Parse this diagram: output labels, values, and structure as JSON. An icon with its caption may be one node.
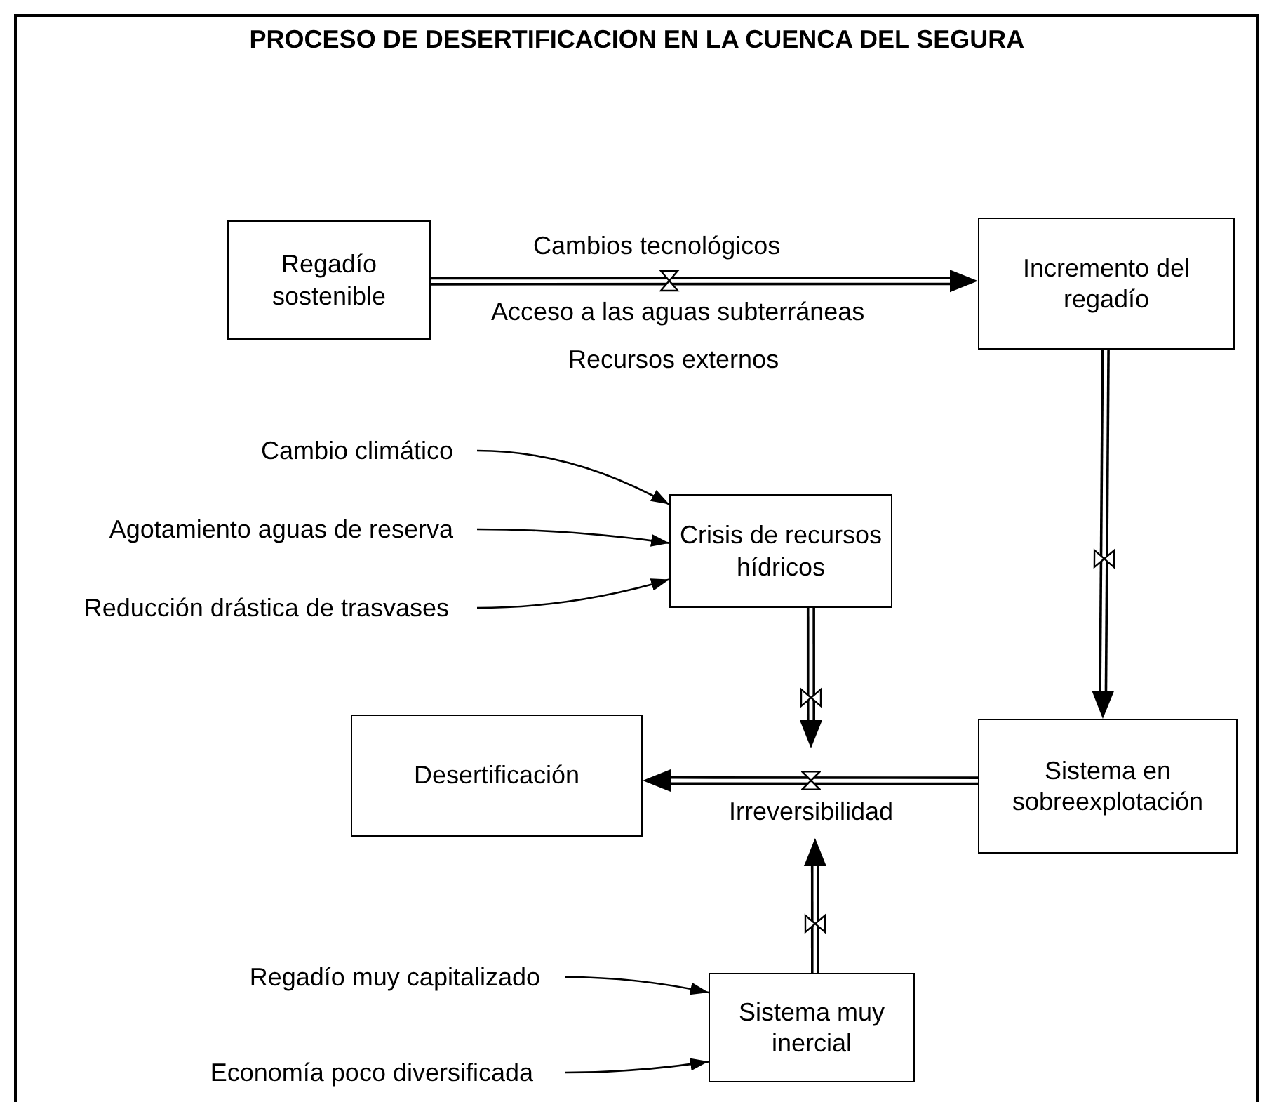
{
  "diagram": {
    "title": "PROCESO DE DESERTIFICACION EN LA CUENCA DEL SEGURA",
    "nodes": [
      {
        "text": [
          "Regadío sostenible"
        ]
      },
      {
        "text": [
          "Incremento del regadío"
        ]
      },
      {
        "text": [
          "Cambio climático"
        ]
      },
      {
        "text": [
          "Agotamiento aguas de reserva"
        ]
      },
      {
        "text": [
          "Reducción drástica de trasvases"
        ]
      },
      {
        "text": [
          "Crisis de recursos hídricos"
        ]
      },
      {
        "text": [
          "Desertificación"
        ]
      },
      {
        "text": [
          "Sistema en sobreexplotación"
        ]
      },
      {
        "text": [
          "Regadío muy capitalizado"
        ]
      },
      {
        "text": [
          "Sistema muy inercial"
        ]
      },
      {
        "text": [
          "Economía poco diversificada"
        ]
      },
      {
        "text": [],
        "shape": "valve"
      }
    ],
    "edges": [
      {
        "from": 0,
        "to": 1,
        "arrow": "to",
        "style": "thick",
        "label": "Cambios tecnológicos"
      },
      {
        "from": 1,
        "to": 7,
        "arrow": "to",
        "style": "thick"
      },
      {
        "from": 2,
        "to": 5,
        "arrow": "to"
      },
      {
        "from": 3,
        "to": 5,
        "arrow": "to"
      },
      {
        "from": 4,
        "to": 5,
        "arrow": "to"
      },
      {
        "from": 5,
        "to": 11,
        "arrow": "to",
        "style": "thick"
      },
      {
        "from": 7,
        "to": 6,
        "arrow": "to",
        "style": "thick",
        "label": "Irreversibilidad"
      },
      {
        "from": 9,
        "to": 11,
        "arrow": "to",
        "style": "thick"
      },
      {
        "from": 8,
        "to": 9,
        "arrow": "to"
      },
      {
        "from": 10,
        "to": 9,
        "arrow": "to"
      }
    ],
    "labels": [
      "Acceso a las aguas subterráneas",
      "Recursos externos"
    ]
  }
}
